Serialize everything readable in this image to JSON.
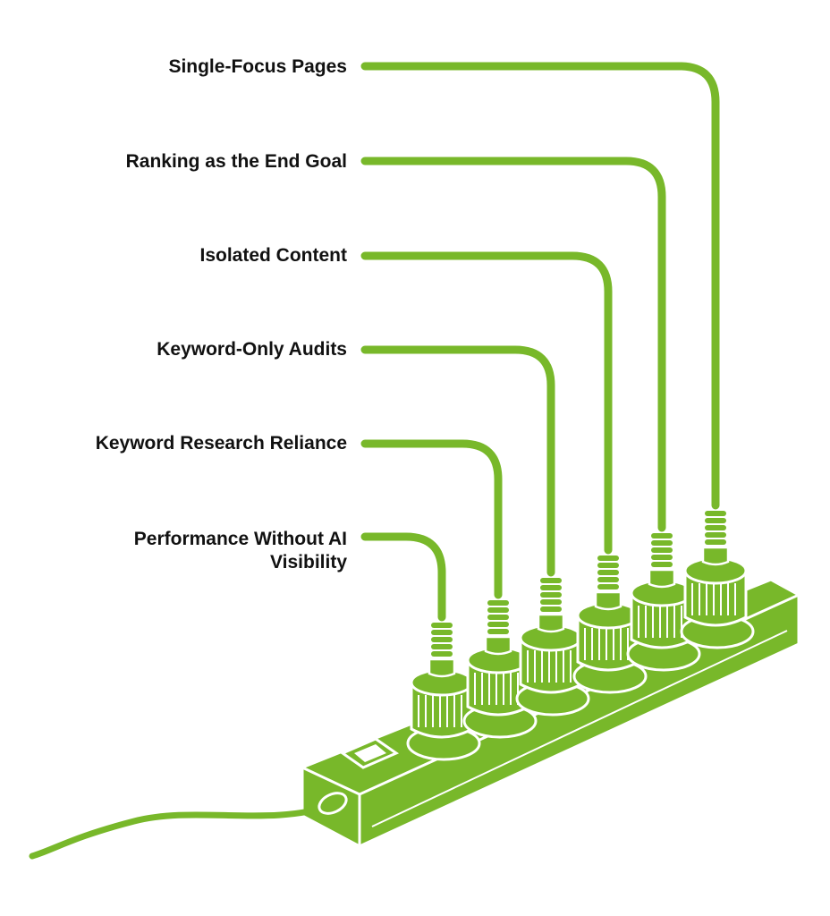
{
  "labels": [
    "Single-Focus Pages",
    "Ranking as the End Goal",
    "Isolated Content",
    "Keyword-Only Audits",
    "Keyword Research Reliance",
    [
      "Performance Without AI",
      "Visibility"
    ]
  ],
  "colors": {
    "green": "#78b82a",
    "outline": "#ffffff",
    "text": "#111111"
  },
  "icons": [
    "power-strip-icon",
    "plug-icon",
    "switch-icon",
    "power-cord-icon"
  ]
}
